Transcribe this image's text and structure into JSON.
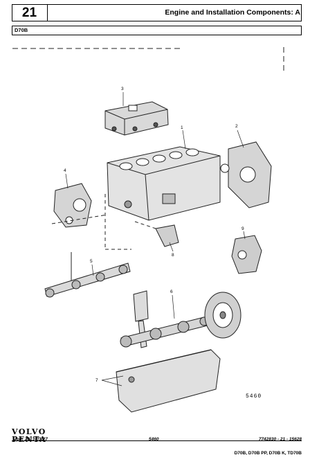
{
  "header": {
    "section_number": "21",
    "title": "Engine and Installation Components: A"
  },
  "model": "D70B",
  "figure": {
    "label": "5460",
    "callouts": {
      "c1": "1",
      "c2": "2",
      "c3": "3",
      "c4": "4",
      "c5": "5",
      "c6": "6",
      "c7": "7",
      "c8": "8",
      "c9": "9"
    }
  },
  "logo": {
    "line1": "VOLVO",
    "line2": "PENTA"
  },
  "footer": {
    "updated": "Upd: 2013-03-27",
    "page_ref": "5460",
    "doc_ref": "7742830 - 21 - 15628",
    "models": "D70B, D70B PP, D70B K, TD70B"
  }
}
